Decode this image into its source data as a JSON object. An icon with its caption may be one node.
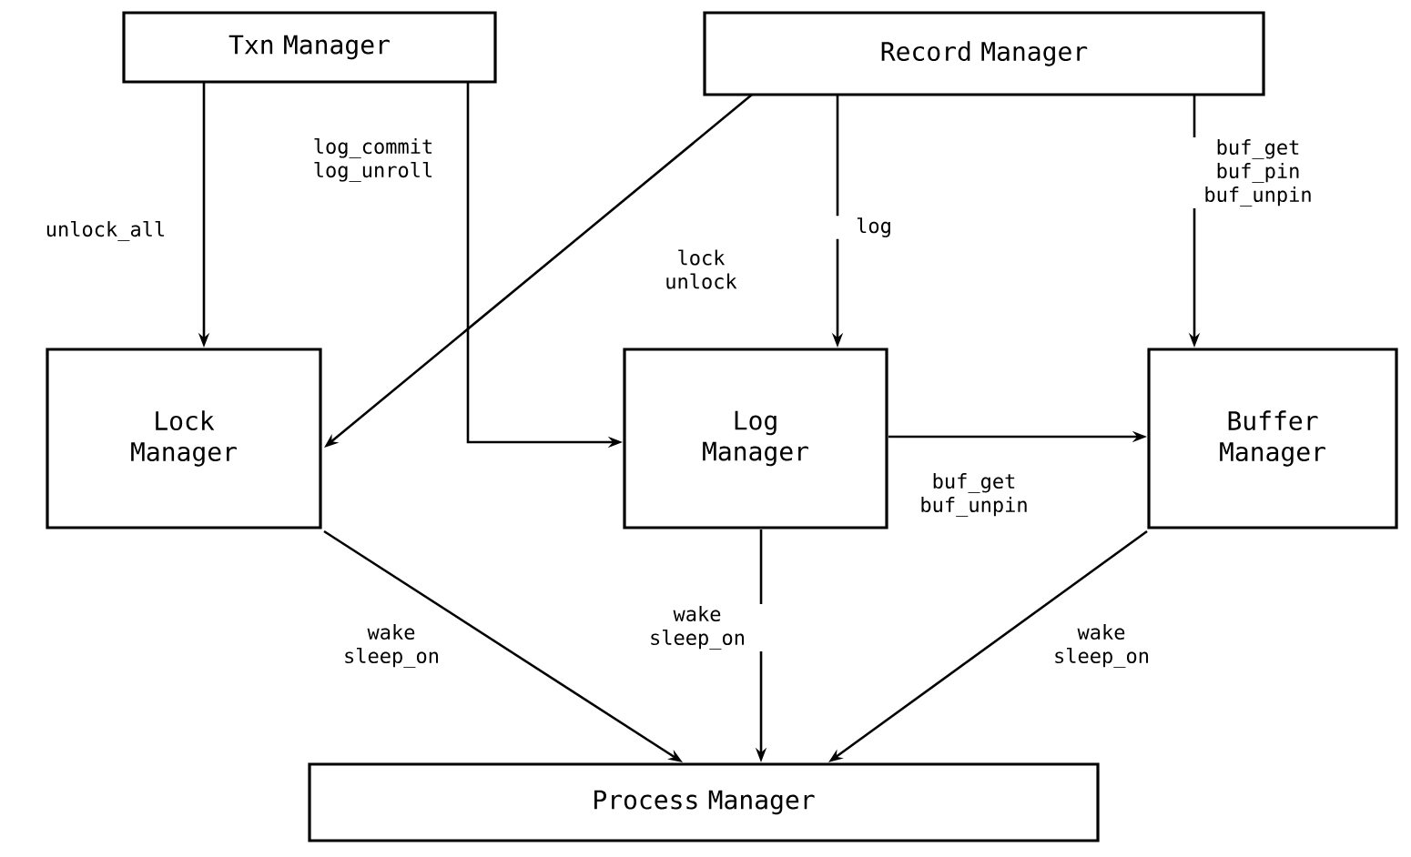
{
  "diagram": {
    "nodes": [
      {
        "text": [
          "Txn Manager"
        ]
      },
      {
        "text": [
          "Record Manager"
        ]
      },
      {
        "text": [
          "Lock Manager"
        ]
      },
      {
        "text": [
          "Log Manager"
        ]
      },
      {
        "text": [
          "Buffer Manager"
        ]
      },
      {
        "text": [
          "Process Manager"
        ]
      }
    ],
    "edges": [
      {
        "from": 0,
        "to": 2,
        "arrow": "to",
        "label": "unlock_all"
      },
      {
        "from": 0,
        "to": 3,
        "arrow": "to",
        "label": "log_commit log_unroll"
      },
      {
        "from": 1,
        "to": 2,
        "arrow": "to",
        "label": "lock unlock"
      },
      {
        "from": 1,
        "to": 3,
        "arrow": "to",
        "label": "log"
      },
      {
        "from": 1,
        "to": 4,
        "arrow": "to",
        "label": "buf_get buf_pin buf_unpin"
      },
      {
        "from": 3,
        "to": 4,
        "arrow": "to",
        "label": "buf_get buf_unpin"
      },
      {
        "from": 2,
        "to": 5,
        "arrow": "to",
        "label": "wake sleep_on"
      },
      {
        "from": 3,
        "to": 5,
        "arrow": "to",
        "label": "wake sleep_on"
      },
      {
        "from": 4,
        "to": 5,
        "arrow": "to",
        "label": "wake sleep_on"
      }
    ]
  }
}
